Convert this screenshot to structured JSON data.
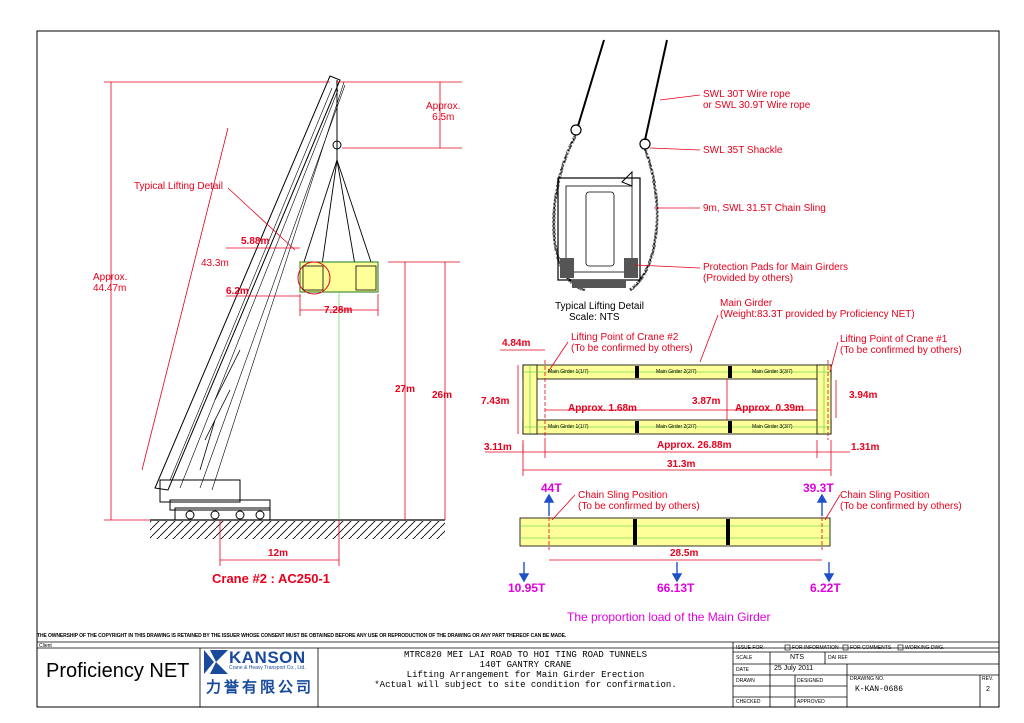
{
  "crane_elevation": {
    "approx_height_a": "Approx.",
    "approx_height_b": "44.47m",
    "typical_lifting_detail": "Typical Lifting Detail",
    "boom_length": "43.3m",
    "top_clearance_a": "Approx.",
    "top_clearance_b": "6.5m",
    "width_588": "5.88m",
    "width_62": "6.2m",
    "width_728": "7.28m",
    "height_27": "27m",
    "height_26": "26m",
    "radius_12": "12m",
    "crane_name": "Crane #2 : AC250-1"
  },
  "lifting_detail": {
    "wire_rope_a": "SWL 30T Wire rope",
    "wire_rope_b": "or SWL 30.9T Wire rope",
    "shackle": "SWL 35T Shackle",
    "chain_sling": "9m, SWL 31.5T Chain Sling",
    "pads_a": "Protection Pads for Main Girders",
    "pads_b": "(Provided by others)",
    "caption_a": "Typical Lifting Detail",
    "caption_b": "Scale: NTS"
  },
  "plan_view": {
    "main_girder_a": "Main Girder",
    "main_girder_b": "(Weight:83.3T provided by Proficiency NET)",
    "lp_crane2_a": "Lifting Point of Crane #2",
    "lp_crane2_b": "(To be confirmed by others)",
    "lp_crane1_a": "Lifting Point of Crane #1",
    "lp_crane1_b": "(To be confirmed by others)",
    "dim_484": "4.84m",
    "dim_743": "7.43m",
    "dim_394": "3.94m",
    "dim_168": "Approx. 1.68m",
    "dim_387": "3.87m",
    "dim_039": "Approx. 0.39m",
    "dim_311": "3.11m",
    "dim_2688": "Approx. 26.88m",
    "dim_131": "1.31m",
    "dim_313": "31.3m",
    "girder_tag_a": "Main Girder 1(1/7)",
    "girder_tag_b": "Main Girder 2(2/7)",
    "girder_tag_c": "Main Girder 3(3/7)"
  },
  "load_diagram": {
    "load_left": "44T",
    "load_right": "39.3T",
    "sling_left_a": "Chain Sling Position",
    "sling_left_b": "(To be confirmed by others)",
    "sling_right_a": "Chain Sling Position",
    "sling_right_b": "(To be confirmed by others)",
    "span": "28.5m",
    "reaction_left": "10.95T",
    "reaction_mid": "66.13T",
    "reaction_right": "6.22T",
    "caption": "The proportion load of the Main Girder"
  },
  "title_block": {
    "copyright": "THE OWNERSHIP OF THE COPYRIGHT IN THIS DRAWING IS RETAINED BY THE ISSUER WHOSE CONSENT MUST BE OBTAINED BEFORE ANY USE OR REPRODUCTION OF THE DRAWING OR ANY PART THEREOF CAN BE MADE.",
    "client_label": "Client",
    "client_name": "Proficiency  NET",
    "logo_name": "KANSON",
    "logo_sub": "Crane & Heavy Transport Co., Ltd.",
    "logo_chinese": "力誉有限公司",
    "project_line1": "MTRC820 MEI LAI ROAD TO HOI TING ROAD TUNNELS",
    "project_line2": "140T GANTRY CRANE",
    "project_line3": "Lifting Arrangement for Main Girder Erection",
    "project_line4": "*Actual will subject to site condition for confirmation.",
    "issue_for": "ISSUE FOR",
    "for_information": "FOR INFORMATION",
    "for_comments": "FOR COMMENTS",
    "working_dwg": "WORKING DWG.",
    "scale_label": "SCALE",
    "scale_value": "NTS",
    "dai_ref": "DAI REF",
    "date_label": "DATE",
    "date_value": "25 July 2011",
    "drawn": "DRAWN",
    "designed": "DESIGNED",
    "drawing_no_label": "DRAWING NO.",
    "drawing_no": "K-KAN-0686",
    "rev_label": "REV.",
    "rev_value": "2",
    "checked": "CHECKED",
    "approved": "APPROVED"
  },
  "colors": {
    "annotation_red": "#e8001c",
    "load_magenta": "#e000e0",
    "girder_yellow": "#ffff99",
    "girder_green": "#33cc33",
    "arrow_blue": "#2050c8",
    "logo_blue": "#1a4a9c"
  }
}
